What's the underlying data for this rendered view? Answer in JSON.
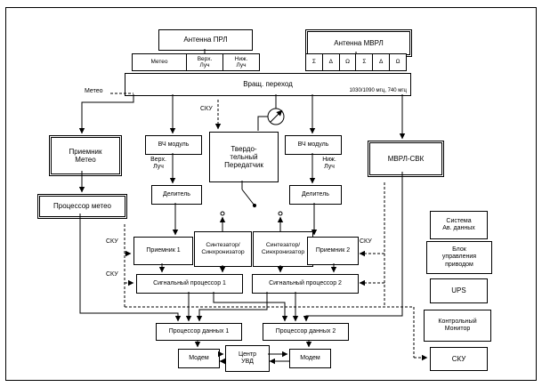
{
  "top": {
    "antenna_prl": "Антенна ПРЛ",
    "antenna_mvrl": "Антенна МВРЛ",
    "prl_ports": [
      "Метео",
      "Верх.\nЛуч",
      "Ниж.\nЛуч"
    ],
    "mvrl_ports": [
      "Σ",
      "Δ",
      "Ω",
      "Σ",
      "Δ",
      "Ω"
    ],
    "rotary": "Вращ. переход",
    "rotary_freq": "1030/1090 мгц, 740 мгц",
    "meteo_feed": "Метео"
  },
  "mid": {
    "receiver_meteo": "Приемник\nМетео",
    "processor_meteo": "Процессор метео",
    "rf_module": "ВЧ модуль",
    "transmitter": "Твердо-\nтельный\nПередатчик",
    "mvrl_svk": "МВРЛ-СВК",
    "beam_upper": "Верх.\nЛуч",
    "beam_lower": "Ниж.\nЛуч",
    "divider": "Делитель",
    "sku": "СКУ"
  },
  "rx": {
    "receiver1": "Приемник 1",
    "receiver2": "Приемник 2",
    "synth": "Синтезатор/\nСинхронизатор",
    "sp1": "Сигнальный процессор 1",
    "sp2": "Сигнальный процессор 2"
  },
  "bottom": {
    "dp1": "Процессор данных 1",
    "dp2": "Процессор данных 2",
    "modem": "Модем",
    "atc": "Центр\nУВД"
  },
  "right": {
    "av_data": "Система\nАв. данных",
    "drive_ctrl": "Блок\nуправления\nприводом",
    "ups": "UPS",
    "monitor": "Контрольный\nМонитор",
    "sku": "СКУ"
  },
  "colors": {
    "line": "#000000",
    "bg": "#ffffff"
  }
}
